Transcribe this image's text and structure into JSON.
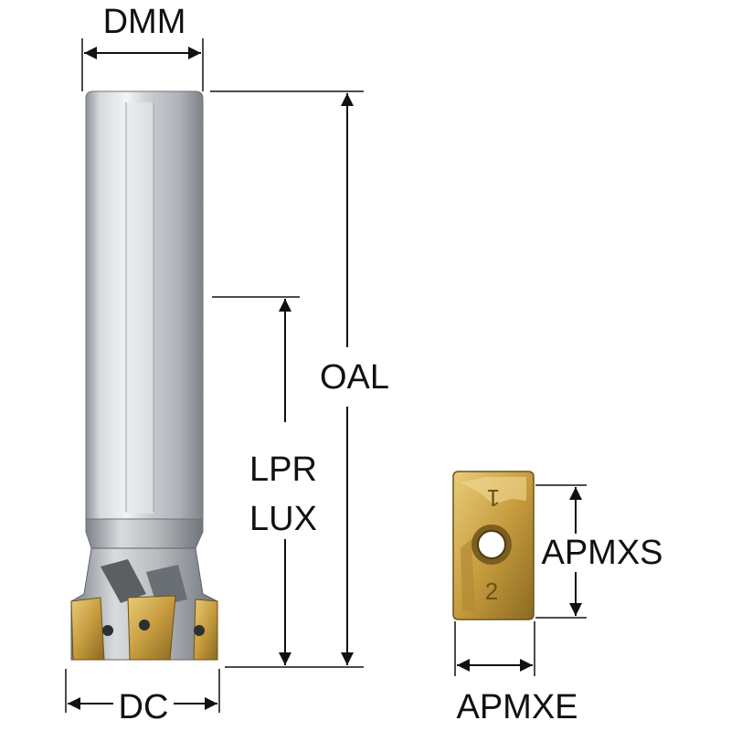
{
  "labels": {
    "dmm": "DMM",
    "oal": "OAL",
    "lpr": "LPR",
    "lux": "LUX",
    "dc": "DC",
    "apmxs": "APMXS",
    "apmxe": "APMXE"
  },
  "insert_marks": {
    "top": "1",
    "bottom": "2"
  },
  "colors": {
    "line": "#111111",
    "gold": "#c9a24a",
    "steel": "#c8cbd0"
  }
}
